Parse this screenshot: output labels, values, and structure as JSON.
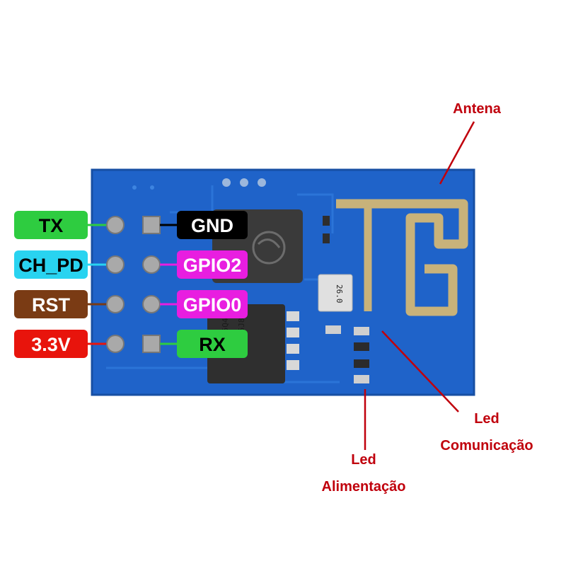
{
  "pins_left": [
    {
      "label": "TX",
      "bg": "#2ecc40",
      "fg": "#000000"
    },
    {
      "label": "CH_PD",
      "bg": "#29d3f0",
      "fg": "#000000"
    },
    {
      "label": "RST",
      "bg": "#7a3b14",
      "fg": "#ffffff"
    },
    {
      "label": "3.3V",
      "bg": "#e8140c",
      "fg": "#ffffff"
    }
  ],
  "pins_right": [
    {
      "label": "GND",
      "bg": "#000000",
      "fg": "#ffffff"
    },
    {
      "label": "GPIO2",
      "bg": "#e81ee0",
      "fg": "#ffffff"
    },
    {
      "label": "GPIO0",
      "bg": "#e81ee0",
      "fg": "#ffffff"
    },
    {
      "label": "RX",
      "bg": "#2ecc40",
      "fg": "#000000"
    }
  ],
  "annotations": {
    "antenna": "Antena",
    "led_comm_line1": "Led",
    "led_comm_line2": "Comunicação",
    "led_power_line1": "Led",
    "led_power_line2": "Alimentação"
  },
  "chip_markings": {
    "flash_line1": "25Q40BT",
    "flash_line2": "E5J805",
    "crystal": "26.0"
  },
  "colors": {
    "pcb": "#1f63c9",
    "pcb_dark": "#154fa8",
    "annotation": "#c0000c",
    "antenna_trace": "#c8b27a"
  }
}
